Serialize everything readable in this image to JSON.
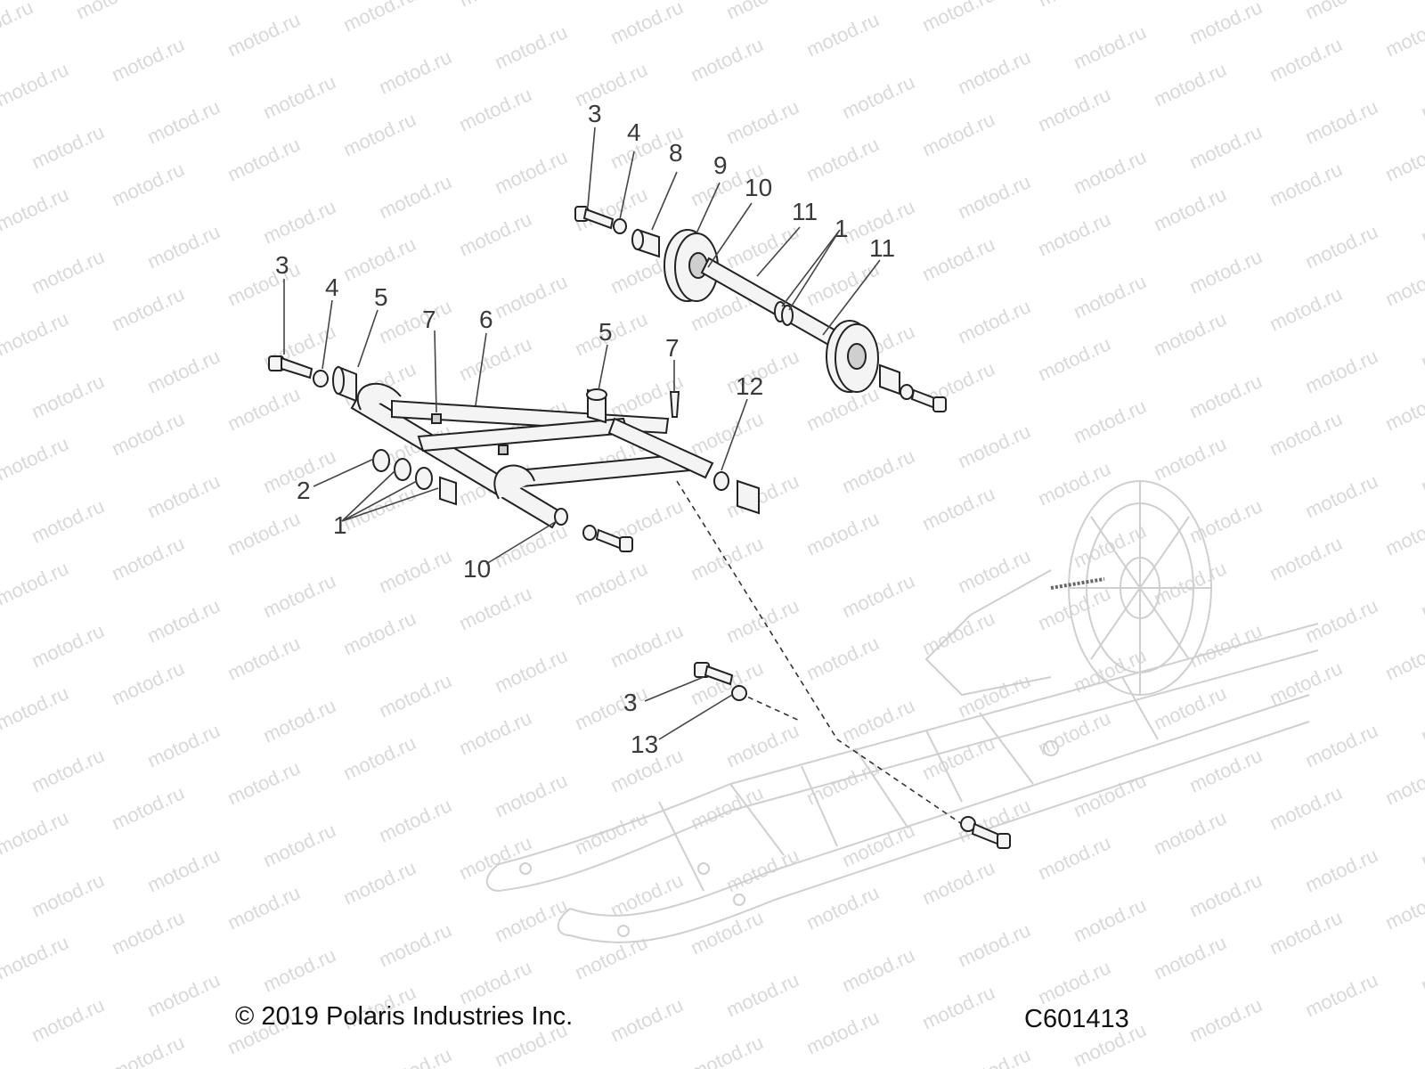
{
  "watermark": "motod.ru",
  "copyright": "© 2019 Polaris Industries Inc.",
  "drawing_number": "C601413",
  "callouts": {
    "a_arm_group": [
      "3",
      "4",
      "5",
      "7",
      "6",
      "5",
      "7",
      "12",
      "2",
      "1",
      "10"
    ],
    "wheel_group": [
      "3",
      "4",
      "8",
      "9",
      "10",
      "11",
      "1",
      "11"
    ],
    "rail_group": [
      "3",
      "13"
    ]
  },
  "colors": {
    "line": "#222222",
    "label": "#3a3a3a",
    "watermark": "#d9d9d9",
    "ghost": "#cfcfcf"
  }
}
